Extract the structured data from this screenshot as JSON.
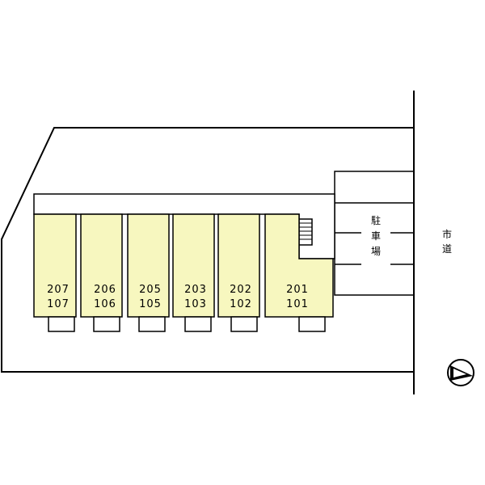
{
  "parking": {
    "label_chars": [
      "駐",
      "車",
      "場"
    ]
  },
  "road": {
    "label_chars": [
      "市",
      "道"
    ]
  },
  "units": [
    {
      "upper": "207",
      "lower": "107"
    },
    {
      "upper": "206",
      "lower": "106"
    },
    {
      "upper": "205",
      "lower": "105"
    },
    {
      "upper": "203",
      "lower": "103"
    },
    {
      "upper": "202",
      "lower": "102"
    },
    {
      "upper": "201",
      "lower": "101"
    }
  ],
  "colors": {
    "building_fill": "#f7f7bf",
    "line": "#000000",
    "background": "#ffffff"
  },
  "icons": {
    "compass": "north-arrow-icon"
  }
}
